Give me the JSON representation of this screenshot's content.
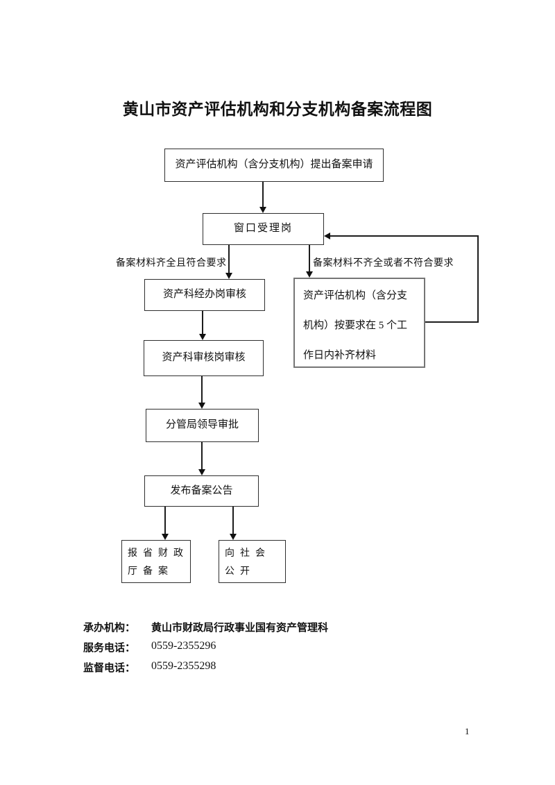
{
  "page": {
    "title": "黄山市资产评估机构和分支机构备案流程图",
    "page_number": "1"
  },
  "flowchart": {
    "nodes": [
      {
        "id": "apply",
        "label": "资产评估机构（含分支机构）提出备案申请"
      },
      {
        "id": "window",
        "label": "窗口受理岗"
      },
      {
        "id": "handling",
        "label": "资产科经办岗审核"
      },
      {
        "id": "supplement",
        "label": "资产评估机构（含分支机构）按要求在 5 个工作日内补齐材料"
      },
      {
        "id": "review",
        "label": "资产科审核岗审核"
      },
      {
        "id": "leader",
        "label": "分管局领导审批"
      },
      {
        "id": "announce",
        "label": "发布备案公告"
      },
      {
        "id": "provincial",
        "label": "报省财政厅备案"
      },
      {
        "id": "public",
        "label": "向社会公开"
      }
    ],
    "branch_labels": {
      "qualified": "备案材料齐全且符合要求",
      "unqualified": "备案材料不齐全或者不符合要求"
    }
  },
  "footer": {
    "rows": [
      {
        "label": "承办机构：",
        "value": "黄山市财政局行政事业国有资产管理科"
      },
      {
        "label": "服务电话：",
        "value": "0559-2355296"
      },
      {
        "label": "监督电话：",
        "value": "0559-2355298"
      }
    ]
  },
  "colors": {
    "line": "#1c1c1c",
    "box_border": "#2e2e2e",
    "supplement_border": "#757575",
    "background": "#ffffff"
  }
}
